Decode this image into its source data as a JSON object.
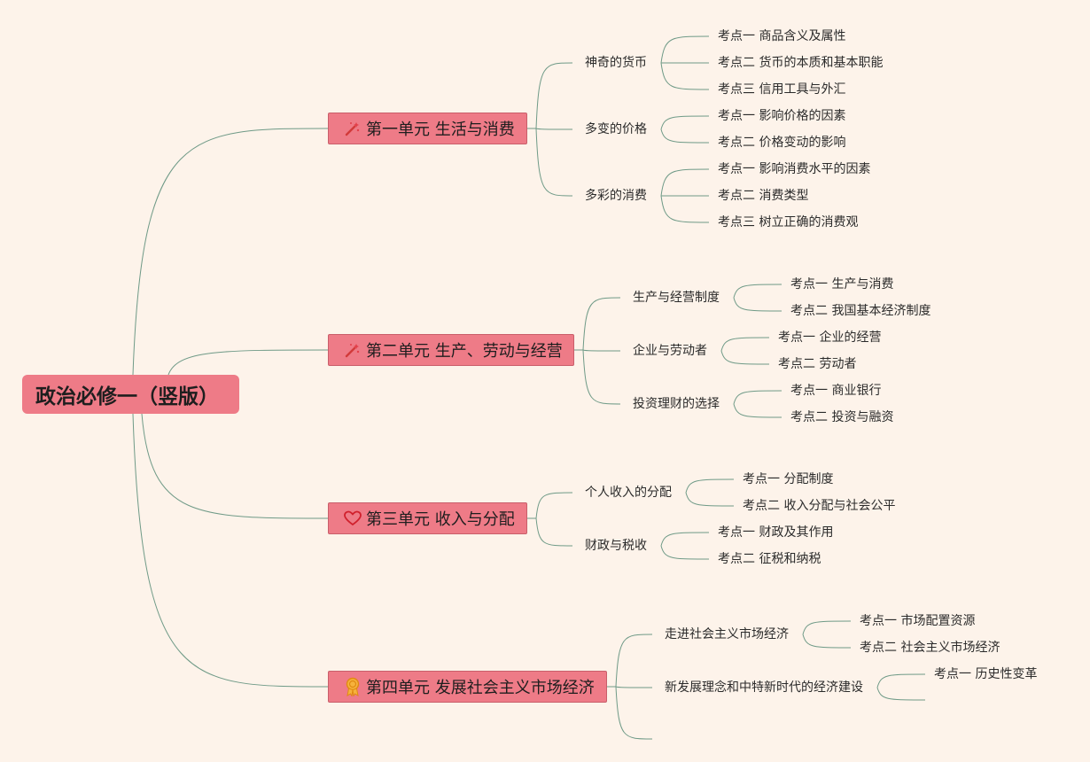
{
  "root": {
    "label": "政治必修一（竖版）"
  },
  "units": [
    {
      "label": "第一单元 生活与消费",
      "icon": "wand-sparkle-icon",
      "topics": [
        {
          "label": "神奇的货币",
          "points": [
            "考点一 商品含义及属性",
            "考点二 货币的本质和基本职能",
            "考点三 信用工具与外汇"
          ]
        },
        {
          "label": "多变的价格",
          "points": [
            "考点一 影响价格的因素",
            "考点二 价格变动的影响"
          ]
        },
        {
          "label": "多彩的消费",
          "points": [
            "考点一 影响消费水平的因素",
            "考点二 消费类型",
            "考点三 树立正确的消费观"
          ]
        }
      ]
    },
    {
      "label": "第二单元 生产、劳动与经营",
      "icon": "wand-sparkle-icon",
      "topics": [
        {
          "label": "生产与经营制度",
          "points": [
            "考点一 生产与消费",
            "考点二 我国基本经济制度"
          ]
        },
        {
          "label": "企业与劳动者",
          "points": [
            "考点一 企业的经营",
            "考点二 劳动者"
          ]
        },
        {
          "label": "投资理财的选择",
          "points": [
            "考点一 商业银行",
            "考点二 投资与融资"
          ]
        }
      ]
    },
    {
      "label": "第三单元 收入与分配",
      "icon": "heart-icon",
      "topics": [
        {
          "label": "个人收入的分配",
          "points": [
            "考点一 分配制度",
            "考点二 收入分配与社会公平"
          ]
        },
        {
          "label": "财政与税收",
          "points": [
            "考点一 财政及其作用",
            "考点二 征税和纳税"
          ]
        }
      ]
    },
    {
      "label": "第四单元 发展社会主义市场经济",
      "icon": "medal-icon",
      "topics": [
        {
          "label": "走进社会主义市场经济",
          "points": [
            "考点一 市场配置资源",
            "考点二 社会主义市场经济"
          ]
        },
        {
          "label": "新发展理念和中特新时代的经济建设",
          "points": [
            "考点一 历史性变革"
          ]
        },
        {
          "label": "",
          "points": []
        }
      ]
    }
  ],
  "colors": {
    "background": "#fdf3ea",
    "node_fill": "#ee7b87",
    "node_border": "#c95e6a",
    "link": "#6f9a87"
  }
}
